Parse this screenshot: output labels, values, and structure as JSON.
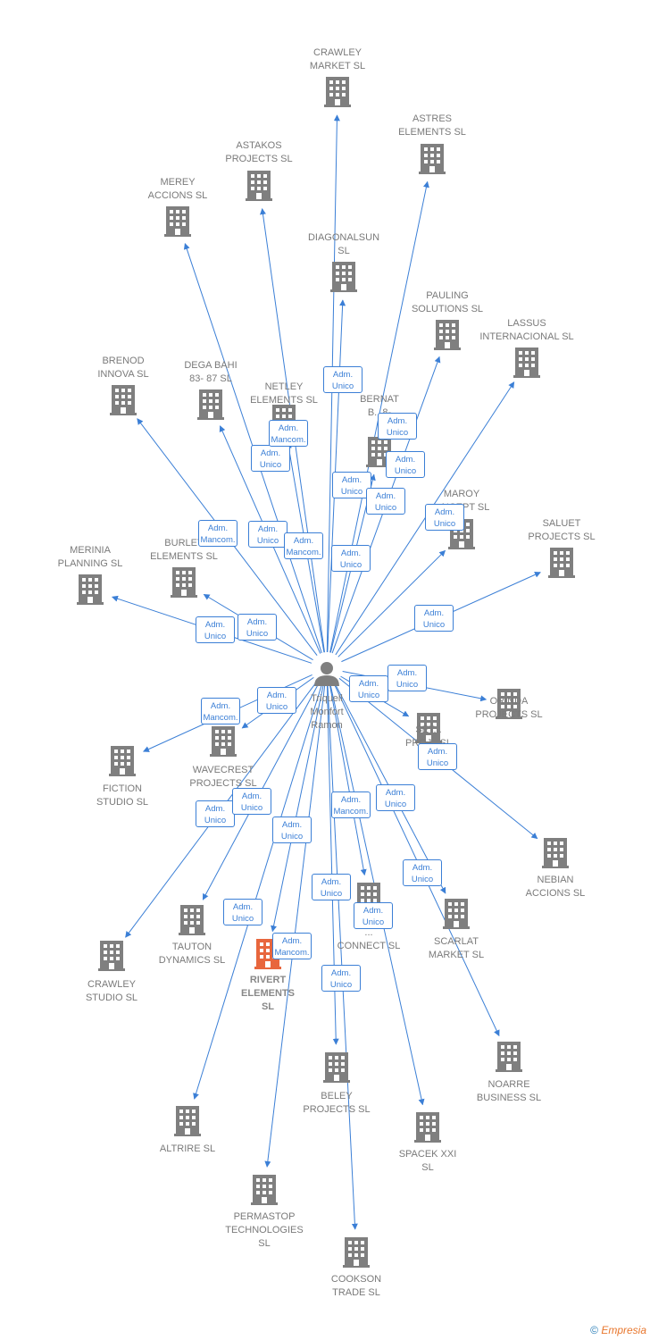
{
  "person": {
    "name": "Triquell\nMonfort\nRamon"
  },
  "colors": {
    "edge": "#3b7fd6",
    "building": "#7f7f7f",
    "highlight": "#e8663d"
  },
  "companies": [
    {
      "id": "crawley-market",
      "label": "CRAWLEY\nMARKET  SL",
      "role": "Adm.\nUnico"
    },
    {
      "id": "astres-elements",
      "label": "ASTRES\nELEMENTS  SL",
      "role": "Adm.\nUnico"
    },
    {
      "id": "astakos-projects",
      "label": "ASTAKOS\nPROJECTS SL",
      "role": "Adm.\nUnico"
    },
    {
      "id": "merey-accions",
      "label": "MEREY\nACCIONS  SL",
      "role": "Adm.\nMancom."
    },
    {
      "id": "diagonalsun",
      "label": "DIAGONALSUN\nSL",
      "role": "Adm.\nUnico"
    },
    {
      "id": "pauling-solutions",
      "label": "PAULING\nSOLUTIONS SL",
      "role": "Adm.\nUnico"
    },
    {
      "id": "lassus-internacional",
      "label": "LASSUS\nINTERNACIONAL SL",
      "role": "Adm.\nUnico"
    },
    {
      "id": "brenod-innova",
      "label": "BRENOD\nINNOVA  SL",
      "role": "Adm.\nMancom."
    },
    {
      "id": "dega-bahi",
      "label": "DEGA BAHI\n83- 87  SL",
      "role": "Adm.\nUnico"
    },
    {
      "id": "netley-elements",
      "label": "NETLEY\nELEMENTS  SL",
      "role": "Adm.\nMancom."
    },
    {
      "id": "bernat",
      "label": "BERNAT\nB...8-",
      "role": "Adm.\nUnico"
    },
    {
      "id": "maroy-concept",
      "label": "MAROY\n...NCEPT SL",
      "role": "Adm.\nUnico"
    },
    {
      "id": "saluet-projects",
      "label": "SALUET\nPROJECTS  SL",
      "role": "Adm.\nUnico"
    },
    {
      "id": "merinia-planning",
      "label": "MERINIA\nPLANNING  SL",
      "role": "Adm.\nUnico"
    },
    {
      "id": "burlet-elements",
      "label": "BURLET\nELEMENTS  SL",
      "role": "Adm.\nUnico"
    },
    {
      "id": "orinda-projects",
      "label": "ORINDA\nPROJECTS  SL",
      "role": "Adm.\nUnico"
    },
    {
      "id": "sete-projects",
      "label": "SET...\nPROJ...SL",
      "role": "Adm.\nUnico"
    },
    {
      "id": "fiction-studio",
      "label": "FICTION\nSTUDIO SL",
      "role": "Adm.\nMancom."
    },
    {
      "id": "wavecrest-projects",
      "label": "WAVECREST\nPROJECTS SL",
      "role": "Adm.\nUnico"
    },
    {
      "id": "nebian-accions",
      "label": "NEBIAN\nACCIONS  SL",
      "role": "Adm.\nUnico"
    },
    {
      "id": "crawley-studio",
      "label": "CRAWLEY\nSTUDIO  SL",
      "role": "Adm.\nUnico"
    },
    {
      "id": "tauton-dynamics",
      "label": "TAUTON\nDYNAMICS  SL",
      "role": "Adm.\nUnico"
    },
    {
      "id": "rivert-elements",
      "label": "RIVERT\nELEMENTS\nSL",
      "role": "Adm.\nUnico"
    },
    {
      "id": "nimio-connect",
      "label": "...\nCONNECT  SL",
      "role": "Adm.\nMancom."
    },
    {
      "id": "scarlat-market",
      "label": "SCARLAT\nMARKET  SL",
      "role": "Adm.\nUnico"
    },
    {
      "id": "noarre-business",
      "label": "NOARRE\nBUSINESS  SL",
      "role": "Adm.\nUnico"
    },
    {
      "id": "beley-projects",
      "label": "BELEY\nPROJECTS  SL",
      "role": "Adm.\nUnico"
    },
    {
      "id": "altrire",
      "label": "ALTRIRE  SL",
      "role": "Adm.\nUnico"
    },
    {
      "id": "spacek-xxi",
      "label": "SPACEK XXI\nSL",
      "role": "Adm.\nUnico"
    },
    {
      "id": "permastop-technologies",
      "label": "PERMASTOP\nTECHNOLOGIES\nSL",
      "role": "Adm.\nMancom."
    },
    {
      "id": "cookson-trade",
      "label": "COOKSON\nTRADE SL",
      "role": "Adm.\nUnico"
    }
  ],
  "footer": {
    "copyright": "©",
    "brand": "Empresia"
  }
}
